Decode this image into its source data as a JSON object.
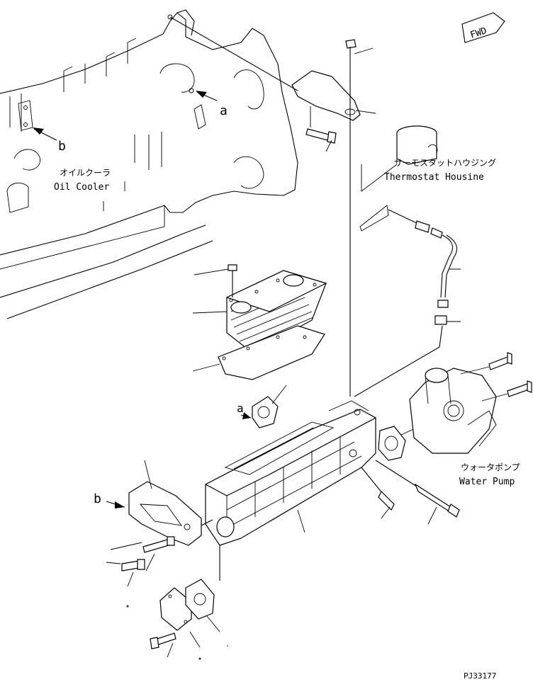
{
  "direction_badge": "FWD",
  "labels": {
    "thermostat_housing_jp": "サーモスタットハウジング",
    "thermostat_housing_en": "Thermostat Housine",
    "oil_cooler_jp": "オイルクーラ",
    "oil_cooler_en": "Oil Cooler",
    "water_pump_jp": "ウォータポンプ",
    "water_pump_en": "Water Pump",
    "ref_a_top": "a",
    "ref_b_top": "b",
    "ref_a_gasket": "a",
    "ref_b_bracket": "b"
  },
  "figure_code": "PJ33177"
}
